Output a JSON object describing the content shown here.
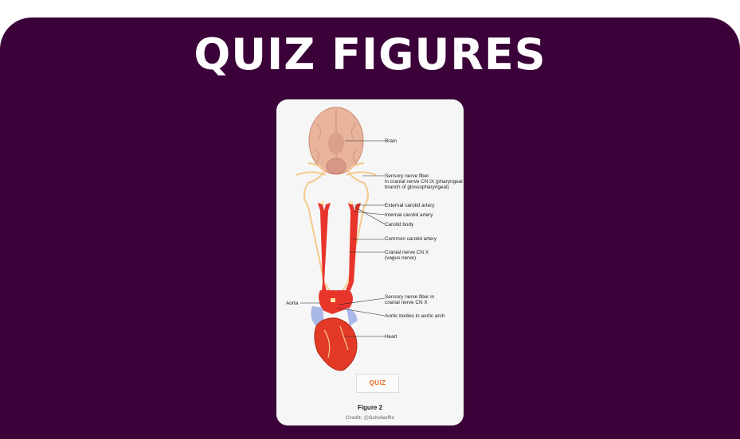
{
  "header": {
    "title": "QUIZ FIGURES"
  },
  "figure": {
    "labels": {
      "brain": "Brain",
      "sensory_ix": "Sensory nerve fiber\nin cranial nerve CN IX (pharyngeal\nbranch of glossopharyngeal)",
      "external_carotid": "External carotid artery",
      "internal_carotid": "Internal carotid artery",
      "carotid_body": "Carotid body",
      "common_carotid": "Common carotid artery",
      "cn_x": "Cranial nerve CN X\n(vagus nerve)",
      "sensory_x": "Sensory nerve fiber in\ncranial nerve CN X",
      "aorta": "Aorta",
      "aortic_bodies": "Aortic bodies in aortic arch",
      "heart": "Heart"
    },
    "quiz_button": "QUIZ",
    "caption": "Figure 2",
    "credit": "Credit: @ScholarRx"
  },
  "colors": {
    "banner": "#3b0239",
    "artery": "#e8352b",
    "nerve": "#f5c98a",
    "accent": "#f26a21"
  }
}
